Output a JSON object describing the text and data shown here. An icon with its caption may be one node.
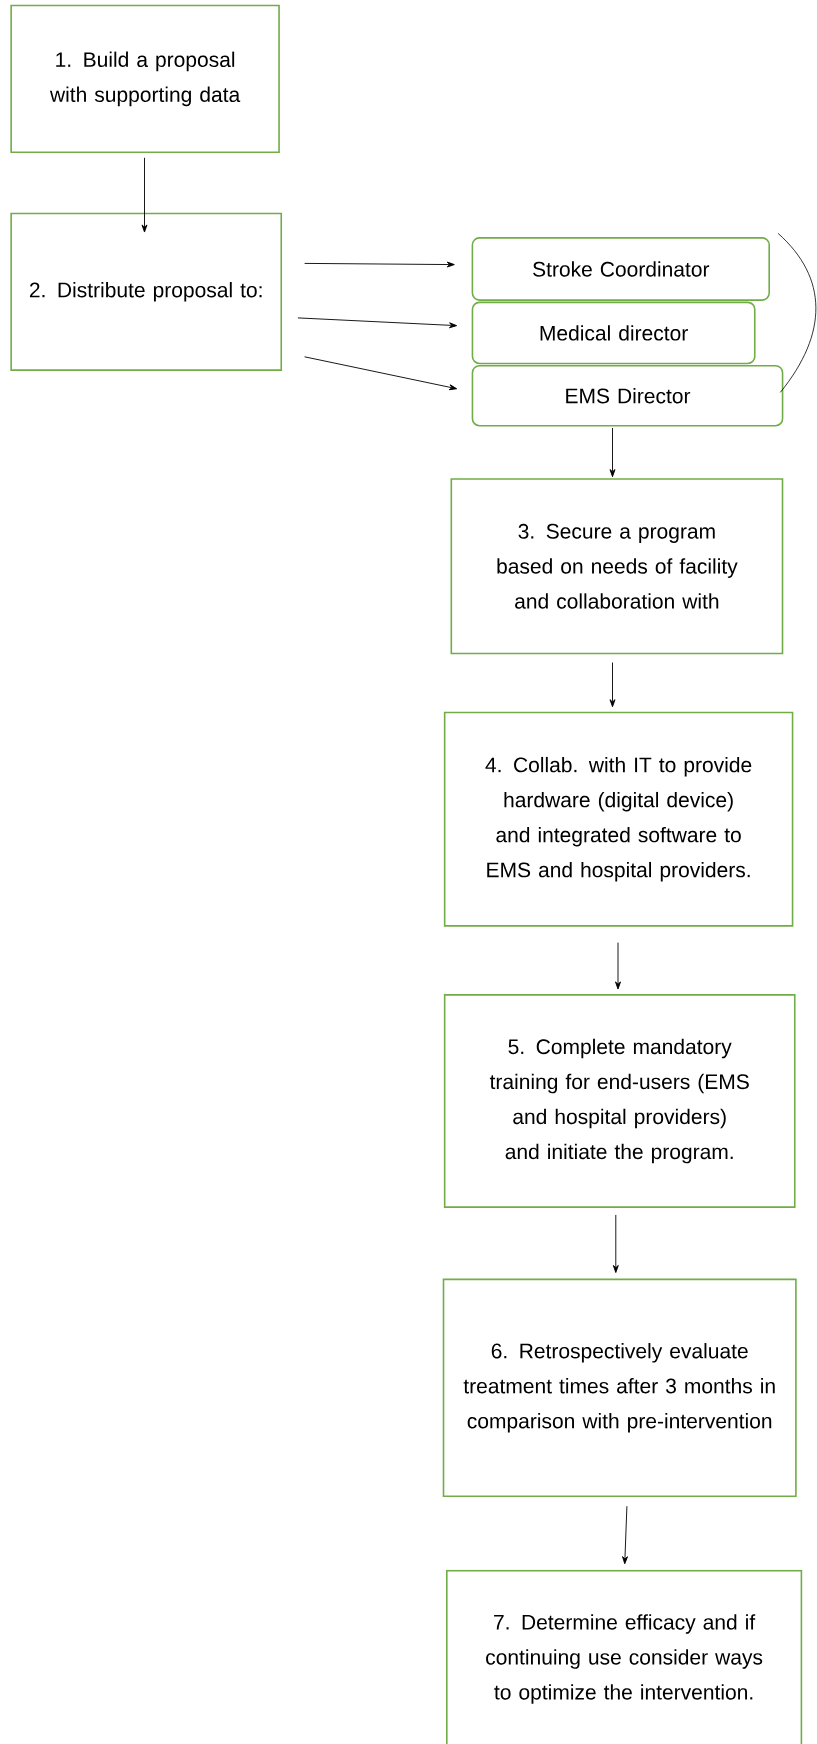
{
  "diagram": {
    "nodes": [
      {
        "text": [
          "1. Build a proposal with supporting data"
        ]
      },
      {
        "text": [
          "2. Distribute proposal to:"
        ]
      },
      {
        "text": [
          "Stroke Coordinator"
        ]
      },
      {
        "text": [
          "Medical director"
        ]
      },
      {
        "text": [
          "EMS Director"
        ]
      },
      {
        "text": [
          "3. Secure a program based on needs of facility and collaboration with"
        ]
      },
      {
        "text": [
          "4. Collab. with IT to provide hardware (digital device) and integrated software to EMS and hospital providers."
        ]
      },
      {
        "text": [
          "5. Complete mandatory training for end-users (EMS and hospital providers) and initiate the program."
        ]
      },
      {
        "text": [
          "6. Retrospectively evaluate treatment times after 3 months in comparison with pre-intervention"
        ]
      },
      {
        "text": [
          "7. Determine efficacy and if continuing use consider ways to optimize the intervention."
        ]
      }
    ],
    "edges": [
      {
        "from": 0,
        "to": 1,
        "arrow": "to"
      },
      {
        "from": 1,
        "to": 2,
        "arrow": "to"
      },
      {
        "from": 1,
        "to": 3,
        "arrow": "to"
      },
      {
        "from": 1,
        "to": 4,
        "arrow": "to"
      },
      {
        "from": 4,
        "to": 5,
        "arrow": "to"
      },
      {
        "from": 5,
        "to": 6,
        "arrow": "to"
      },
      {
        "from": 6,
        "to": 7,
        "arrow": "to"
      },
      {
        "from": 7,
        "to": 8,
        "arrow": "to"
      },
      {
        "from": 8,
        "to": 9,
        "arrow": "to"
      }
    ]
  }
}
